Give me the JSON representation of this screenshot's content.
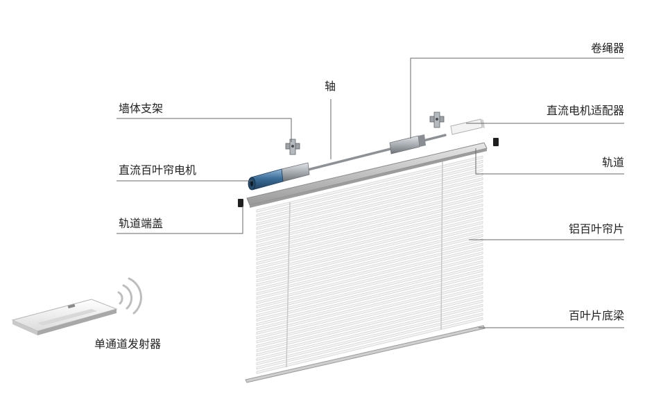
{
  "labels": {
    "wall_bracket": "墙体支架",
    "shaft": "轴",
    "dc_blind_motor": "直流百叶帘电机",
    "rail_end_cap": "轨道端盖",
    "rope_winder": "卷绳器",
    "dc_motor_adapter": "直流电机适配器",
    "rail": "轨道",
    "aluminum_slats": "铝百叶帘片",
    "bottom_rail": "百叶片底梁",
    "single_channel_transmitter": "单通道发射器"
  },
  "colors": {
    "motor_blue": "#3d6f99",
    "line": "#666666",
    "text": "#222222",
    "slat": "#f4f4f4",
    "slat_shadow": "#d4d4d4",
    "rail_gray": "#b7b7b7",
    "metal": "#9ea3a7"
  },
  "counts": {
    "slats": 38
  }
}
